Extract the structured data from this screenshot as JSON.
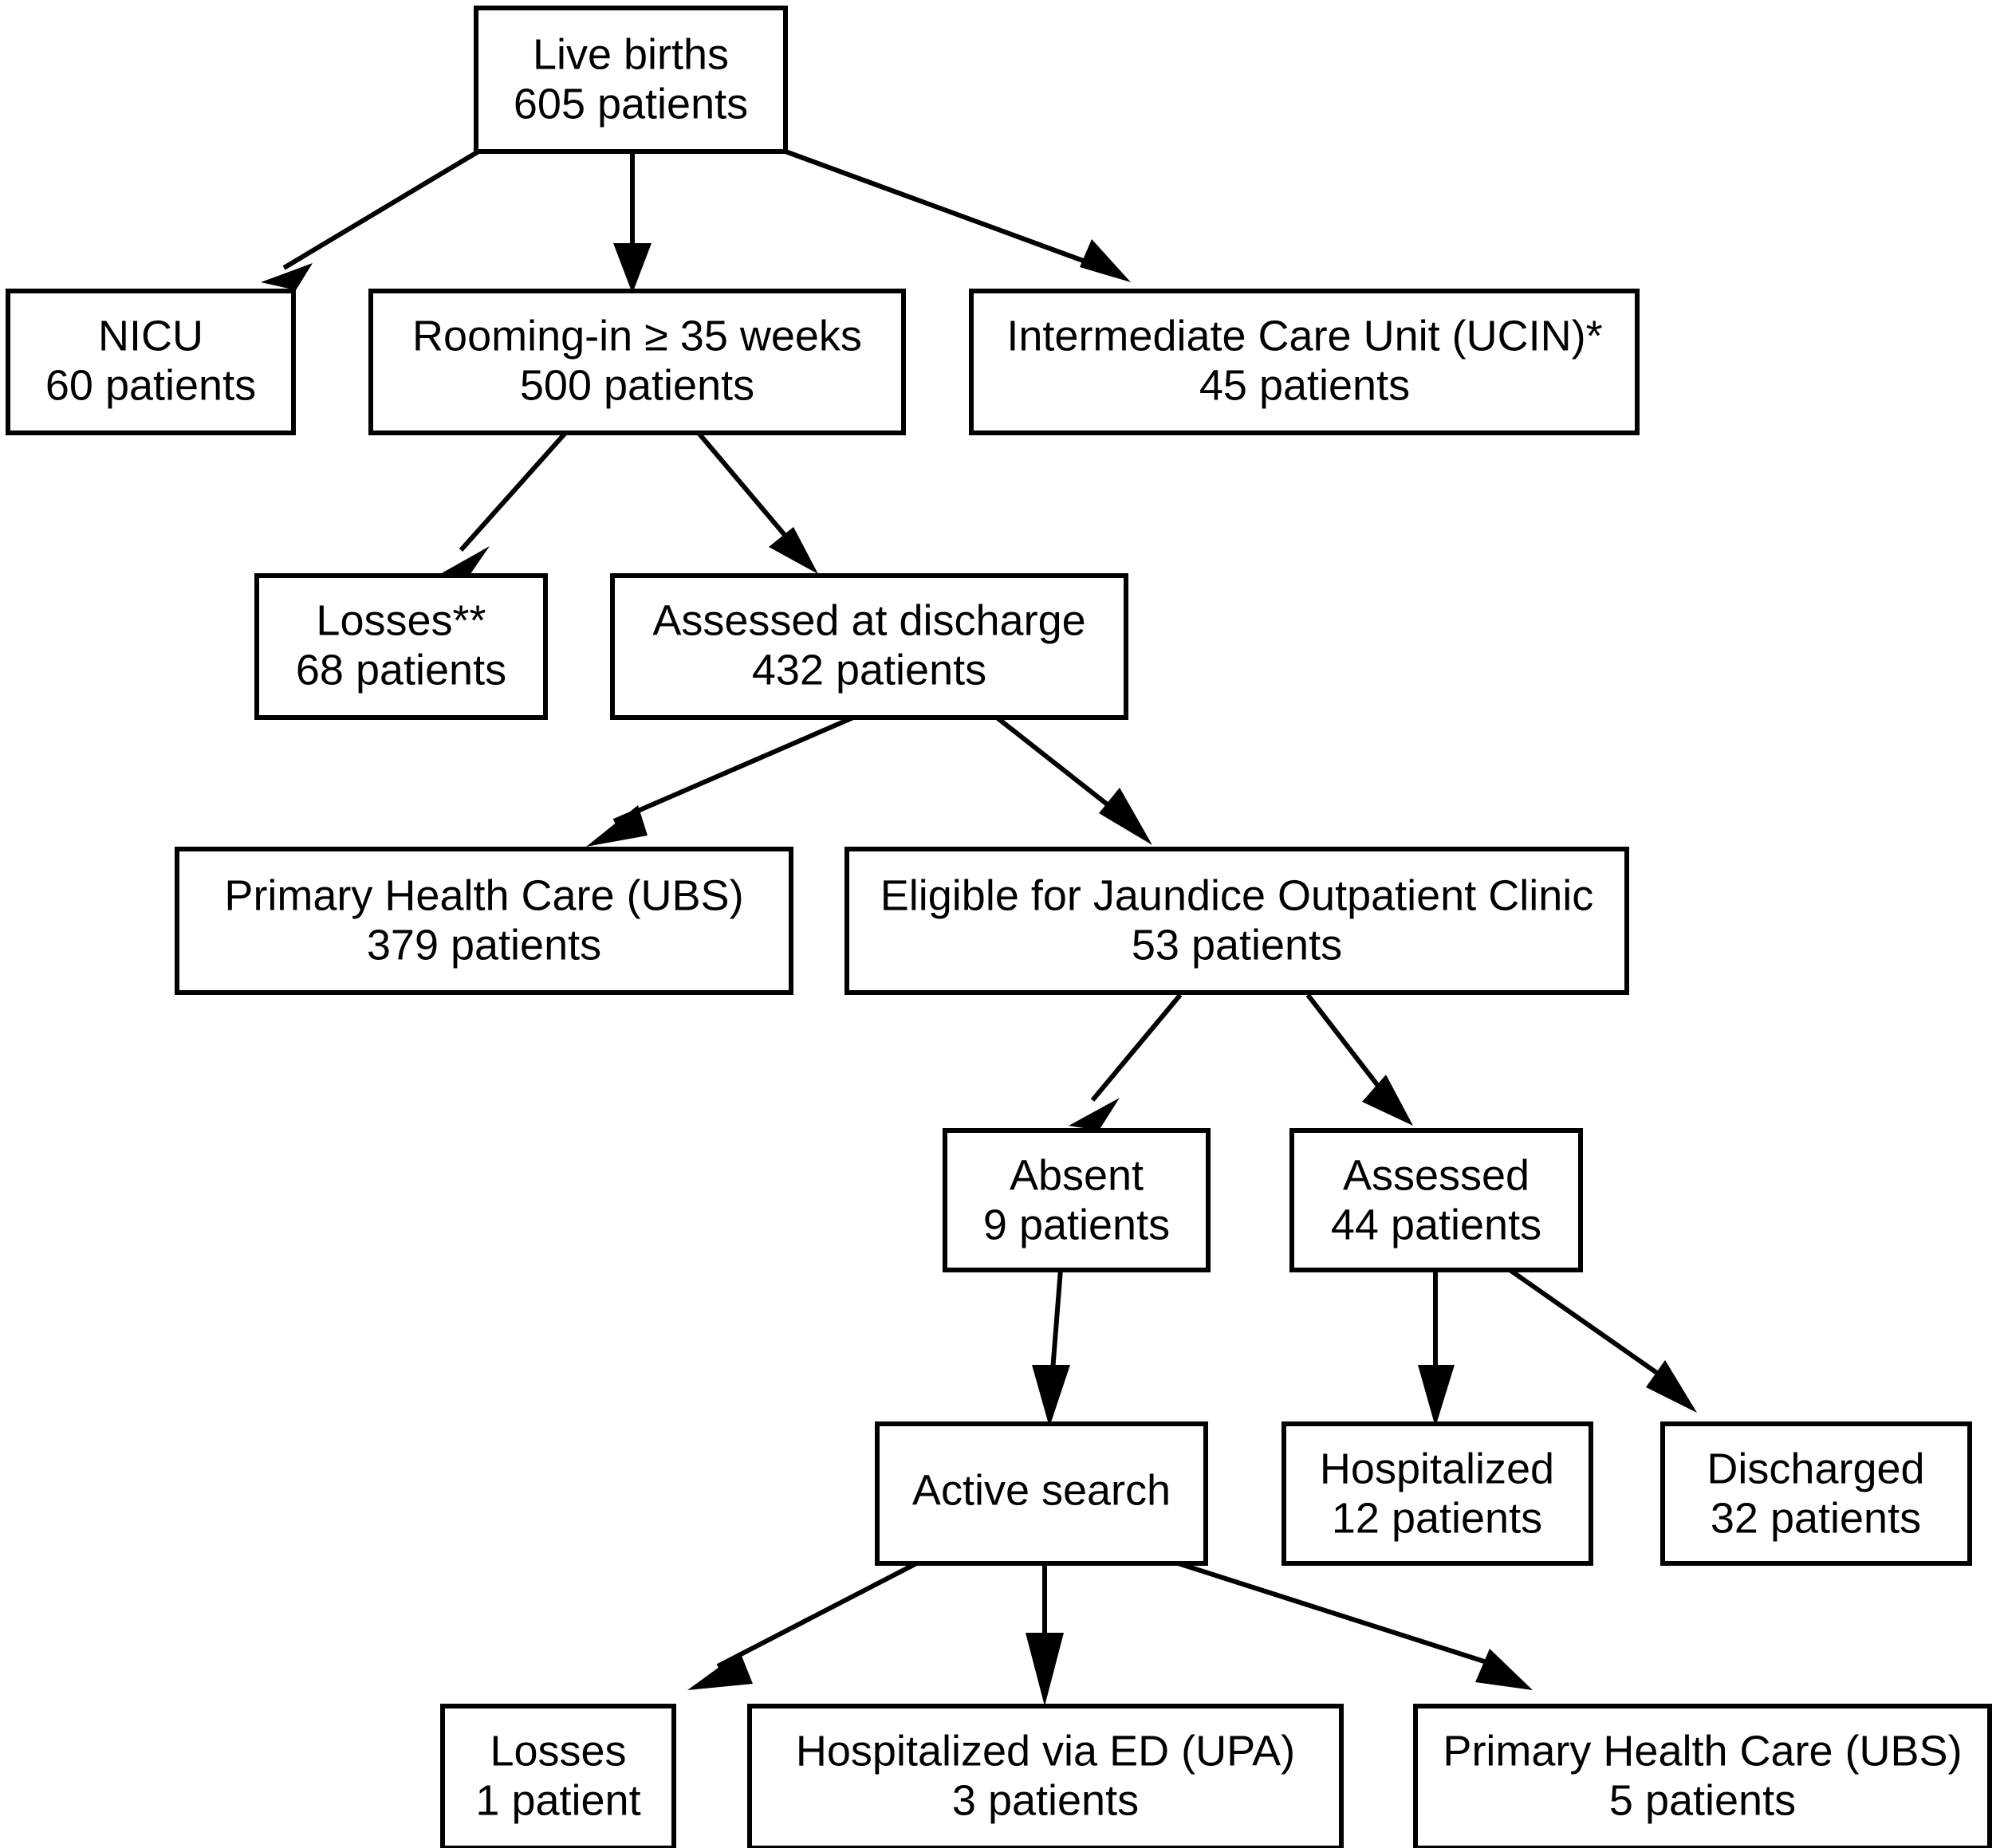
{
  "diagram": {
    "title": "Patient flow diagram",
    "type": "flowchart",
    "background_color": "#ffffff",
    "box_border_color": "#000000",
    "box_fill_color": "#ffffff",
    "text_color": "#000000",
    "nodes": [
      {
        "id": "live-births",
        "line1": "Live births",
        "line2": "605 patients"
      },
      {
        "id": "nicu",
        "line1": "NICU",
        "line2": "60 patients"
      },
      {
        "id": "rooming-in",
        "line1": "Rooming-in ≥ 35 weeks",
        "line2": "500 patients"
      },
      {
        "id": "ucin",
        "line1": "Intermediate Care Unit (UCIN)*",
        "line2": "45 patients"
      },
      {
        "id": "losses-rooming",
        "line1": "Losses**",
        "line2": "68 patients"
      },
      {
        "id": "assessed-discharge",
        "line1": "Assessed at discharge",
        "line2": "432 patients"
      },
      {
        "id": "ubs-discharge",
        "line1": "Primary Health Care (UBS)",
        "line2": "379 patients"
      },
      {
        "id": "eligible-jaundice",
        "line1": "Eligible for Jaundice Outpatient Clinic",
        "line2": "53 patients"
      },
      {
        "id": "absent",
        "line1": "Absent",
        "line2": "9 patients"
      },
      {
        "id": "assessed-clinic",
        "line1": "Assessed",
        "line2": "44 patients"
      },
      {
        "id": "active-search",
        "line1": "Active search",
        "line2": ""
      },
      {
        "id": "hospitalized",
        "line1": "Hospitalized",
        "line2": "12 patients"
      },
      {
        "id": "discharged",
        "line1": "Discharged",
        "line2": "32 patients"
      },
      {
        "id": "losses-search",
        "line1": "Losses",
        "line2": "1 patient"
      },
      {
        "id": "hospitalized-ed",
        "line1": "Hospitalized via ED (UPA)",
        "line2": "3 patients"
      },
      {
        "id": "ubs-search",
        "line1": "Primary Health Care (UBS)",
        "line2": "5 patients"
      }
    ],
    "edges": [
      {
        "from": "live-births",
        "to": "nicu"
      },
      {
        "from": "live-births",
        "to": "rooming-in"
      },
      {
        "from": "live-births",
        "to": "ucin"
      },
      {
        "from": "rooming-in",
        "to": "losses-rooming"
      },
      {
        "from": "rooming-in",
        "to": "assessed-discharge"
      },
      {
        "from": "assessed-discharge",
        "to": "ubs-discharge"
      },
      {
        "from": "assessed-discharge",
        "to": "eligible-jaundice"
      },
      {
        "from": "eligible-jaundice",
        "to": "absent"
      },
      {
        "from": "eligible-jaundice",
        "to": "assessed-clinic"
      },
      {
        "from": "absent",
        "to": "active-search"
      },
      {
        "from": "assessed-clinic",
        "to": "hospitalized"
      },
      {
        "from": "assessed-clinic",
        "to": "discharged"
      },
      {
        "from": "active-search",
        "to": "losses-search"
      },
      {
        "from": "active-search",
        "to": "hospitalized-ed"
      },
      {
        "from": "active-search",
        "to": "ubs-search"
      }
    ],
    "footnote_markers": [
      "*",
      "**"
    ]
  }
}
